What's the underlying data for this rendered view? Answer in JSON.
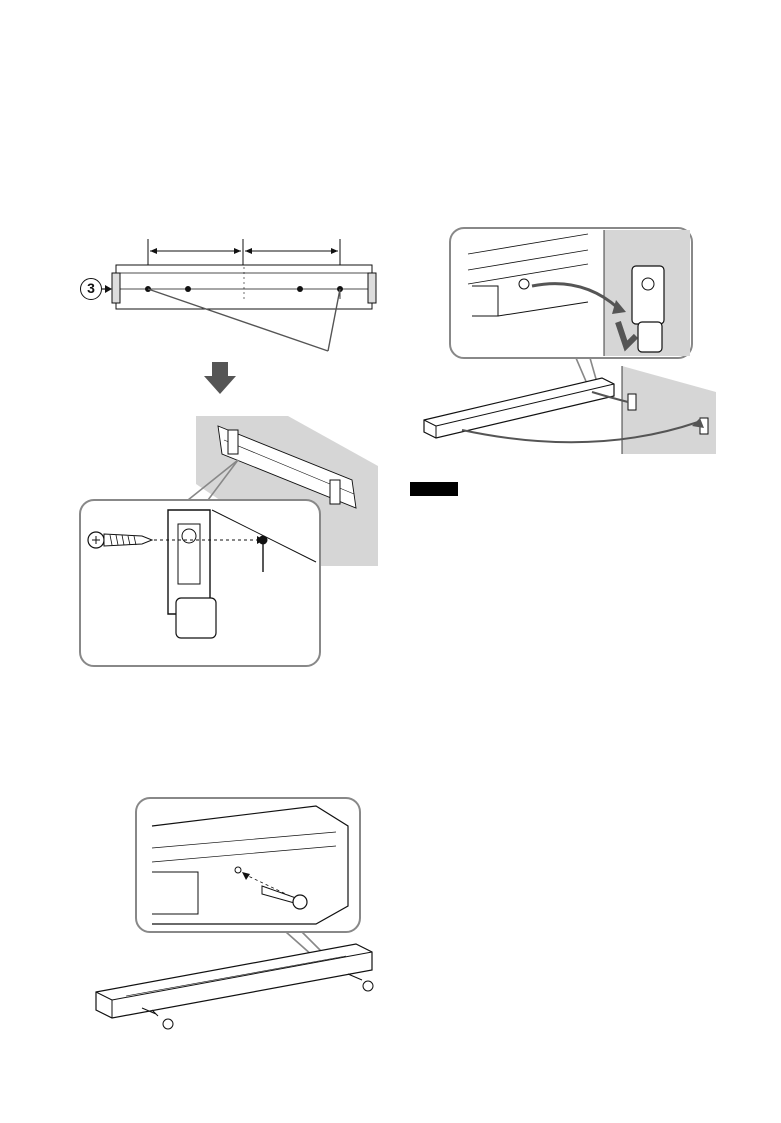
{
  "callout_number": "3",
  "note_label": "",
  "figures": [
    {
      "name": "template-and-screw-marks",
      "icon": "wall-template-icon"
    },
    {
      "name": "bracket-mounting-detail",
      "icon": "wall-bracket-icon"
    },
    {
      "name": "screws-into-bar",
      "icon": "bar-screw-icon"
    },
    {
      "name": "hang-bar-on-brackets",
      "icon": "hang-bar-icon"
    }
  ]
}
